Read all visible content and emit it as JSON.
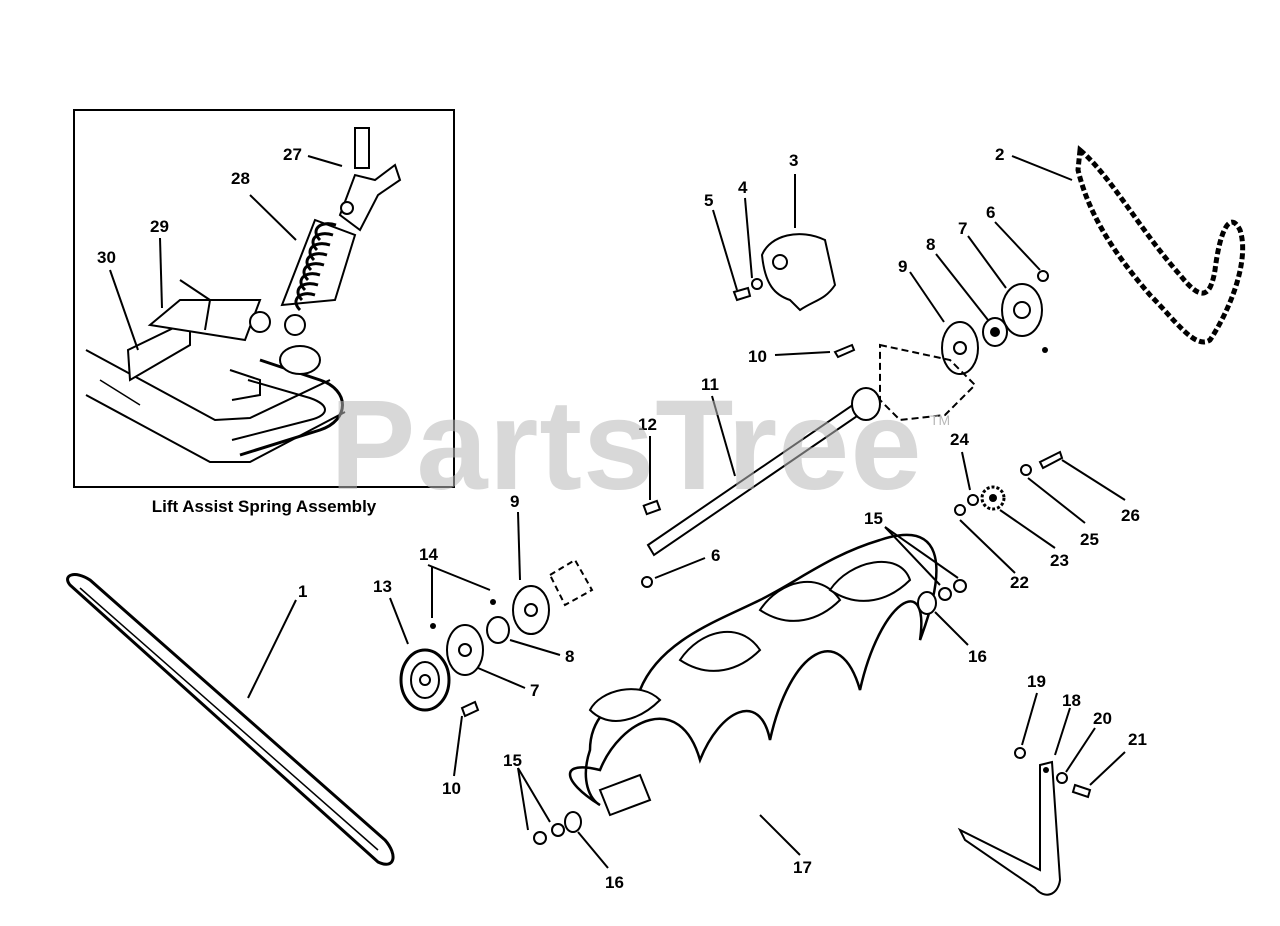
{
  "watermark": {
    "text": "PartsTree",
    "mark": "TM"
  },
  "inset": {
    "caption": "Lift Assist Spring Assembly"
  },
  "callouts": {
    "belt": "1",
    "chain": "2",
    "bearing_cover": "3",
    "washer_top": "4",
    "screw_top": "5",
    "nut_right": "6",
    "bearing_flange_right": "7",
    "bearing_right": "8",
    "flange_right": "9",
    "carriage_bolt_right": "10",
    "shaft": "11",
    "key": "12",
    "flange_left": "9",
    "nut_left": "6",
    "fittings": "14",
    "pulley": "13",
    "bearing_left": "8",
    "bearing_flange_left": "7",
    "carriage_bolt_left": "10",
    "washers_right": "15",
    "spacer_right": "16",
    "washers_left": "15",
    "spacer_left": "16",
    "auger": "17",
    "skid_washer": "18",
    "skid_nut": "19",
    "skid_lockwasher": "20",
    "skid_bolt": "21",
    "sprocket_nut": "22",
    "sprocket": "23",
    "sprocket_lockwasher": "24",
    "sprocket_washer": "25",
    "sprocket_bolt": "26",
    "spring_hook": "27",
    "spring": "28",
    "bracket": "29",
    "frame": "30"
  }
}
